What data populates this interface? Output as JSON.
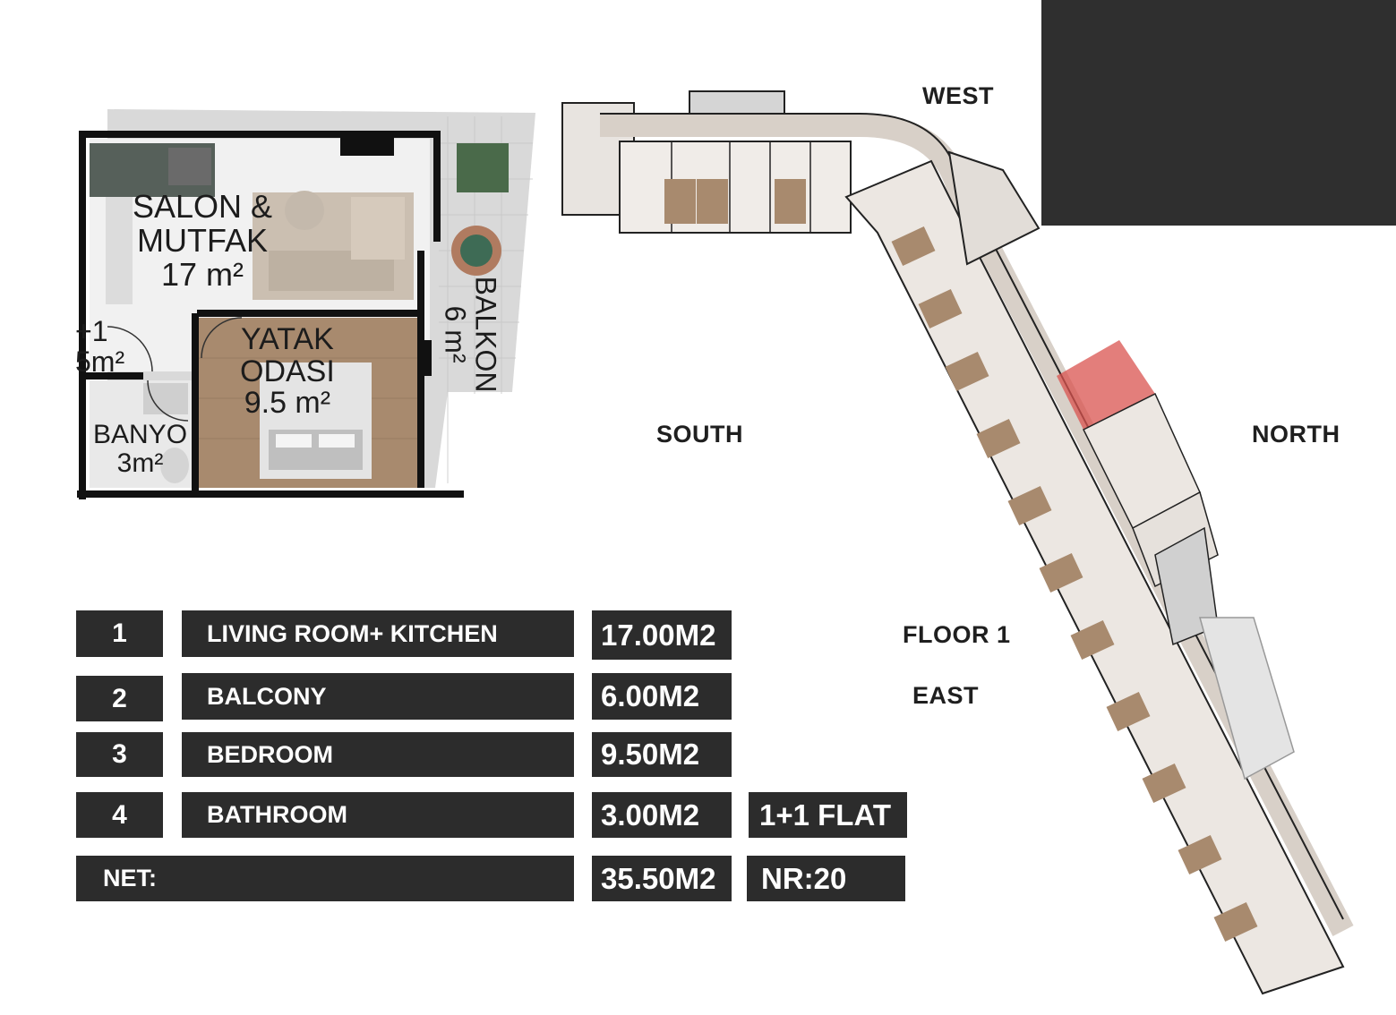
{
  "compass": {
    "west": "WEST",
    "south": "SOUTH",
    "north": "NORTH",
    "floor": "FLOOR 1",
    "east": "EAST"
  },
  "unit_plan": {
    "salon_name": "SALON &",
    "salon_name2": "MUTFAK",
    "salon_area": "17 m²",
    "entry_name": "+1",
    "entry_area": "5m²",
    "bedroom_name": "YATAK",
    "bedroom_name2": "ODASI",
    "bedroom_area": "9.5 m²",
    "bath_name": "BANYO",
    "bath_area": "3m²",
    "balcony_name": "BALKON",
    "balcony_area": "6 m²"
  },
  "table": {
    "rows": [
      {
        "num": "1",
        "label": "LIVING ROOM+ KITCHEN",
        "value": "17.00M2"
      },
      {
        "num": "2",
        "label": "BALCONY",
        "value": "6.00M2"
      },
      {
        "num": "3",
        "label": "BEDROOM",
        "value": "9.50M2"
      },
      {
        "num": "4",
        "label": "BATHROOM",
        "value": "3.00M2"
      }
    ],
    "flat_type": "1+1 FLAT",
    "net_label": "NET:",
    "net_value": "35.50M2",
    "unit_number": "NR:20"
  },
  "colors": {
    "dark": "#2c2c2c",
    "highlight": "#d9534f",
    "floor_wood": "#a88a6e",
    "wall": "#111111"
  }
}
